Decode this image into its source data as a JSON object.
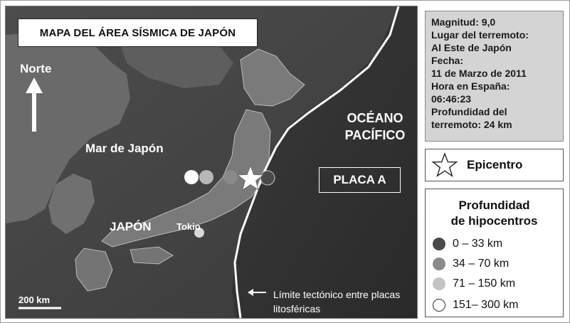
{
  "map": {
    "title": "MAPA DEL ÁREA SÍSMICA DE JAPÓN",
    "north_label": "Norte",
    "sea_label": "Mar de Japón",
    "ocean_label": "OCÉANO PACÍFICO",
    "plate_label": "PLACA A",
    "japan_label": "JAPÓN",
    "tokyo_label": "Tokio",
    "scale_label": "200 km",
    "boundary_label": "Límite tectónico entre placas litosféricas",
    "hypocenter_colors": [
      "#ffffff",
      "#b8b8b8",
      "#8a8a8a",
      "#4a4a4a"
    ]
  },
  "info": {
    "lines": [
      "Magnitud: 9,0",
      "Lugar del terremoto:",
      "Al Este de Japón",
      "Fecha:",
      "11 de Marzo de 2011",
      "Hora en España:",
      "06:46:23",
      "Profundidad del",
      "terremoto: 24 km"
    ]
  },
  "legend": {
    "epicenter_label": "Epicentro",
    "depth_title_1": "Profundidad",
    "depth_title_2": "de hipocentros",
    "items": [
      {
        "label": "0 – 33 km",
        "color": "#4a4a4a"
      },
      {
        "label": "34 – 70 km",
        "color": "#8a8a8a"
      },
      {
        "label": "71 – 150 km",
        "color": "#c4c4c4"
      },
      {
        "label": "151– 300 km",
        "color": "#ffffff"
      }
    ]
  }
}
